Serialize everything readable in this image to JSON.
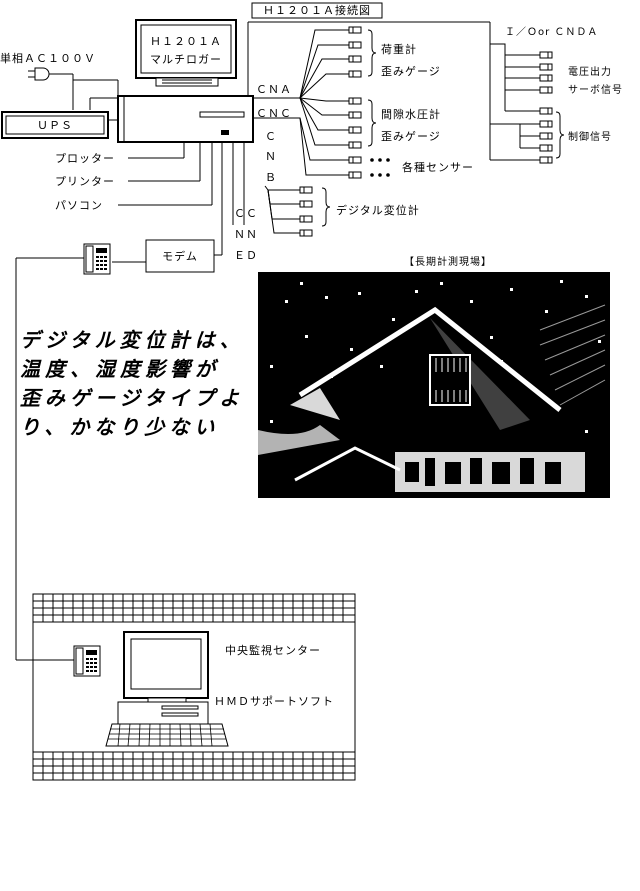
{
  "diagram": {
    "title": "Ｈ１２０１Ａ接続図",
    "logger_line1": "Ｈ１２０１Ａ",
    "logger_line2": "マルチロガー",
    "power_label": "単相ＡＣ１００Ｖ",
    "ups_label": "ＵＰＳ",
    "plotter_label": "プロッター",
    "printer_label": "プリンター",
    "pc_label": "パソコン",
    "modem_label": "モデム",
    "port_cna": "ＣＮＡ",
    "port_cnc": "ＣＮＣ",
    "port_cnb": [
      "Ｃ",
      "Ｎ",
      "Ｂ"
    ],
    "port_ccnned": [
      "ＣＣ",
      "ＮＮ",
      "ＥＤ"
    ],
    "port_cnd": "Ｉ／Ｏor ＣＮＤＡ",
    "group_load": [
      "荷重計",
      "歪みゲージ"
    ],
    "group_pore": [
      "間隙水圧計",
      "歪みゲージ"
    ],
    "group_sensor": "各種センサー",
    "group_digital": "デジタル変位計",
    "group_voltage": [
      "電圧出力",
      "サーボ信号"
    ],
    "group_control": "制御信号"
  },
  "headline": {
    "lines": [
      "デジタル変位計は、",
      "温度、湿度影響が",
      "歪みゲージタイプよ",
      "り、かなり少ない"
    ]
  },
  "photo": {
    "caption": "【長期計測現場】"
  },
  "center": {
    "name": "中央監視センター",
    "software": "ＨＭＤサポートソフト"
  }
}
